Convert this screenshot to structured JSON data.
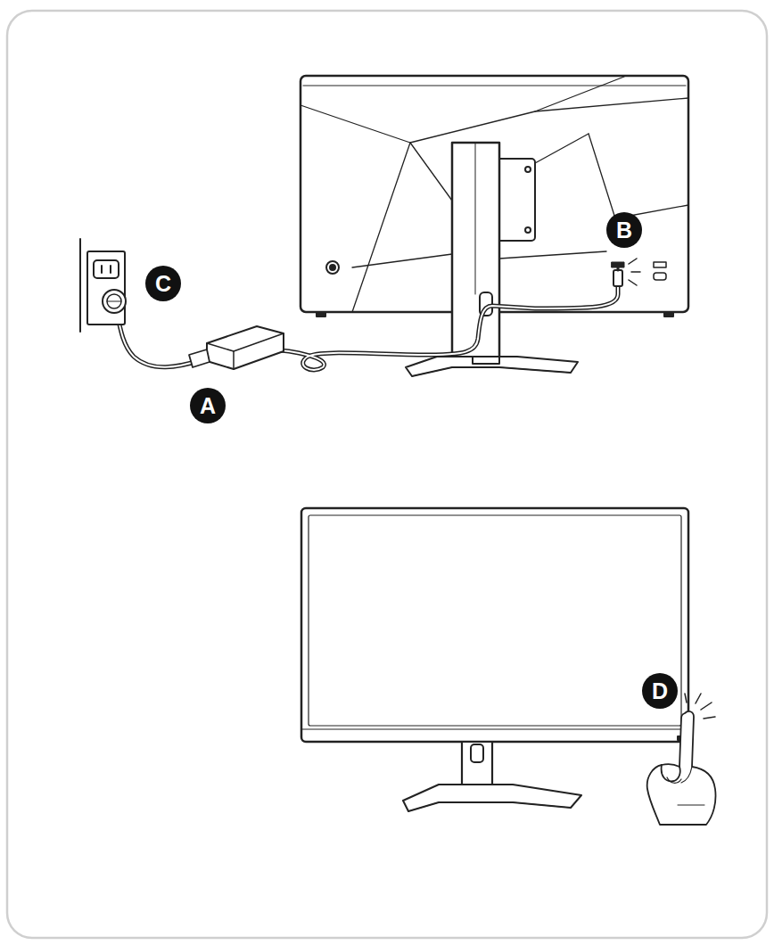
{
  "diagram": {
    "labels": [
      "B",
      "C",
      "A",
      "D"
    ]
  }
}
